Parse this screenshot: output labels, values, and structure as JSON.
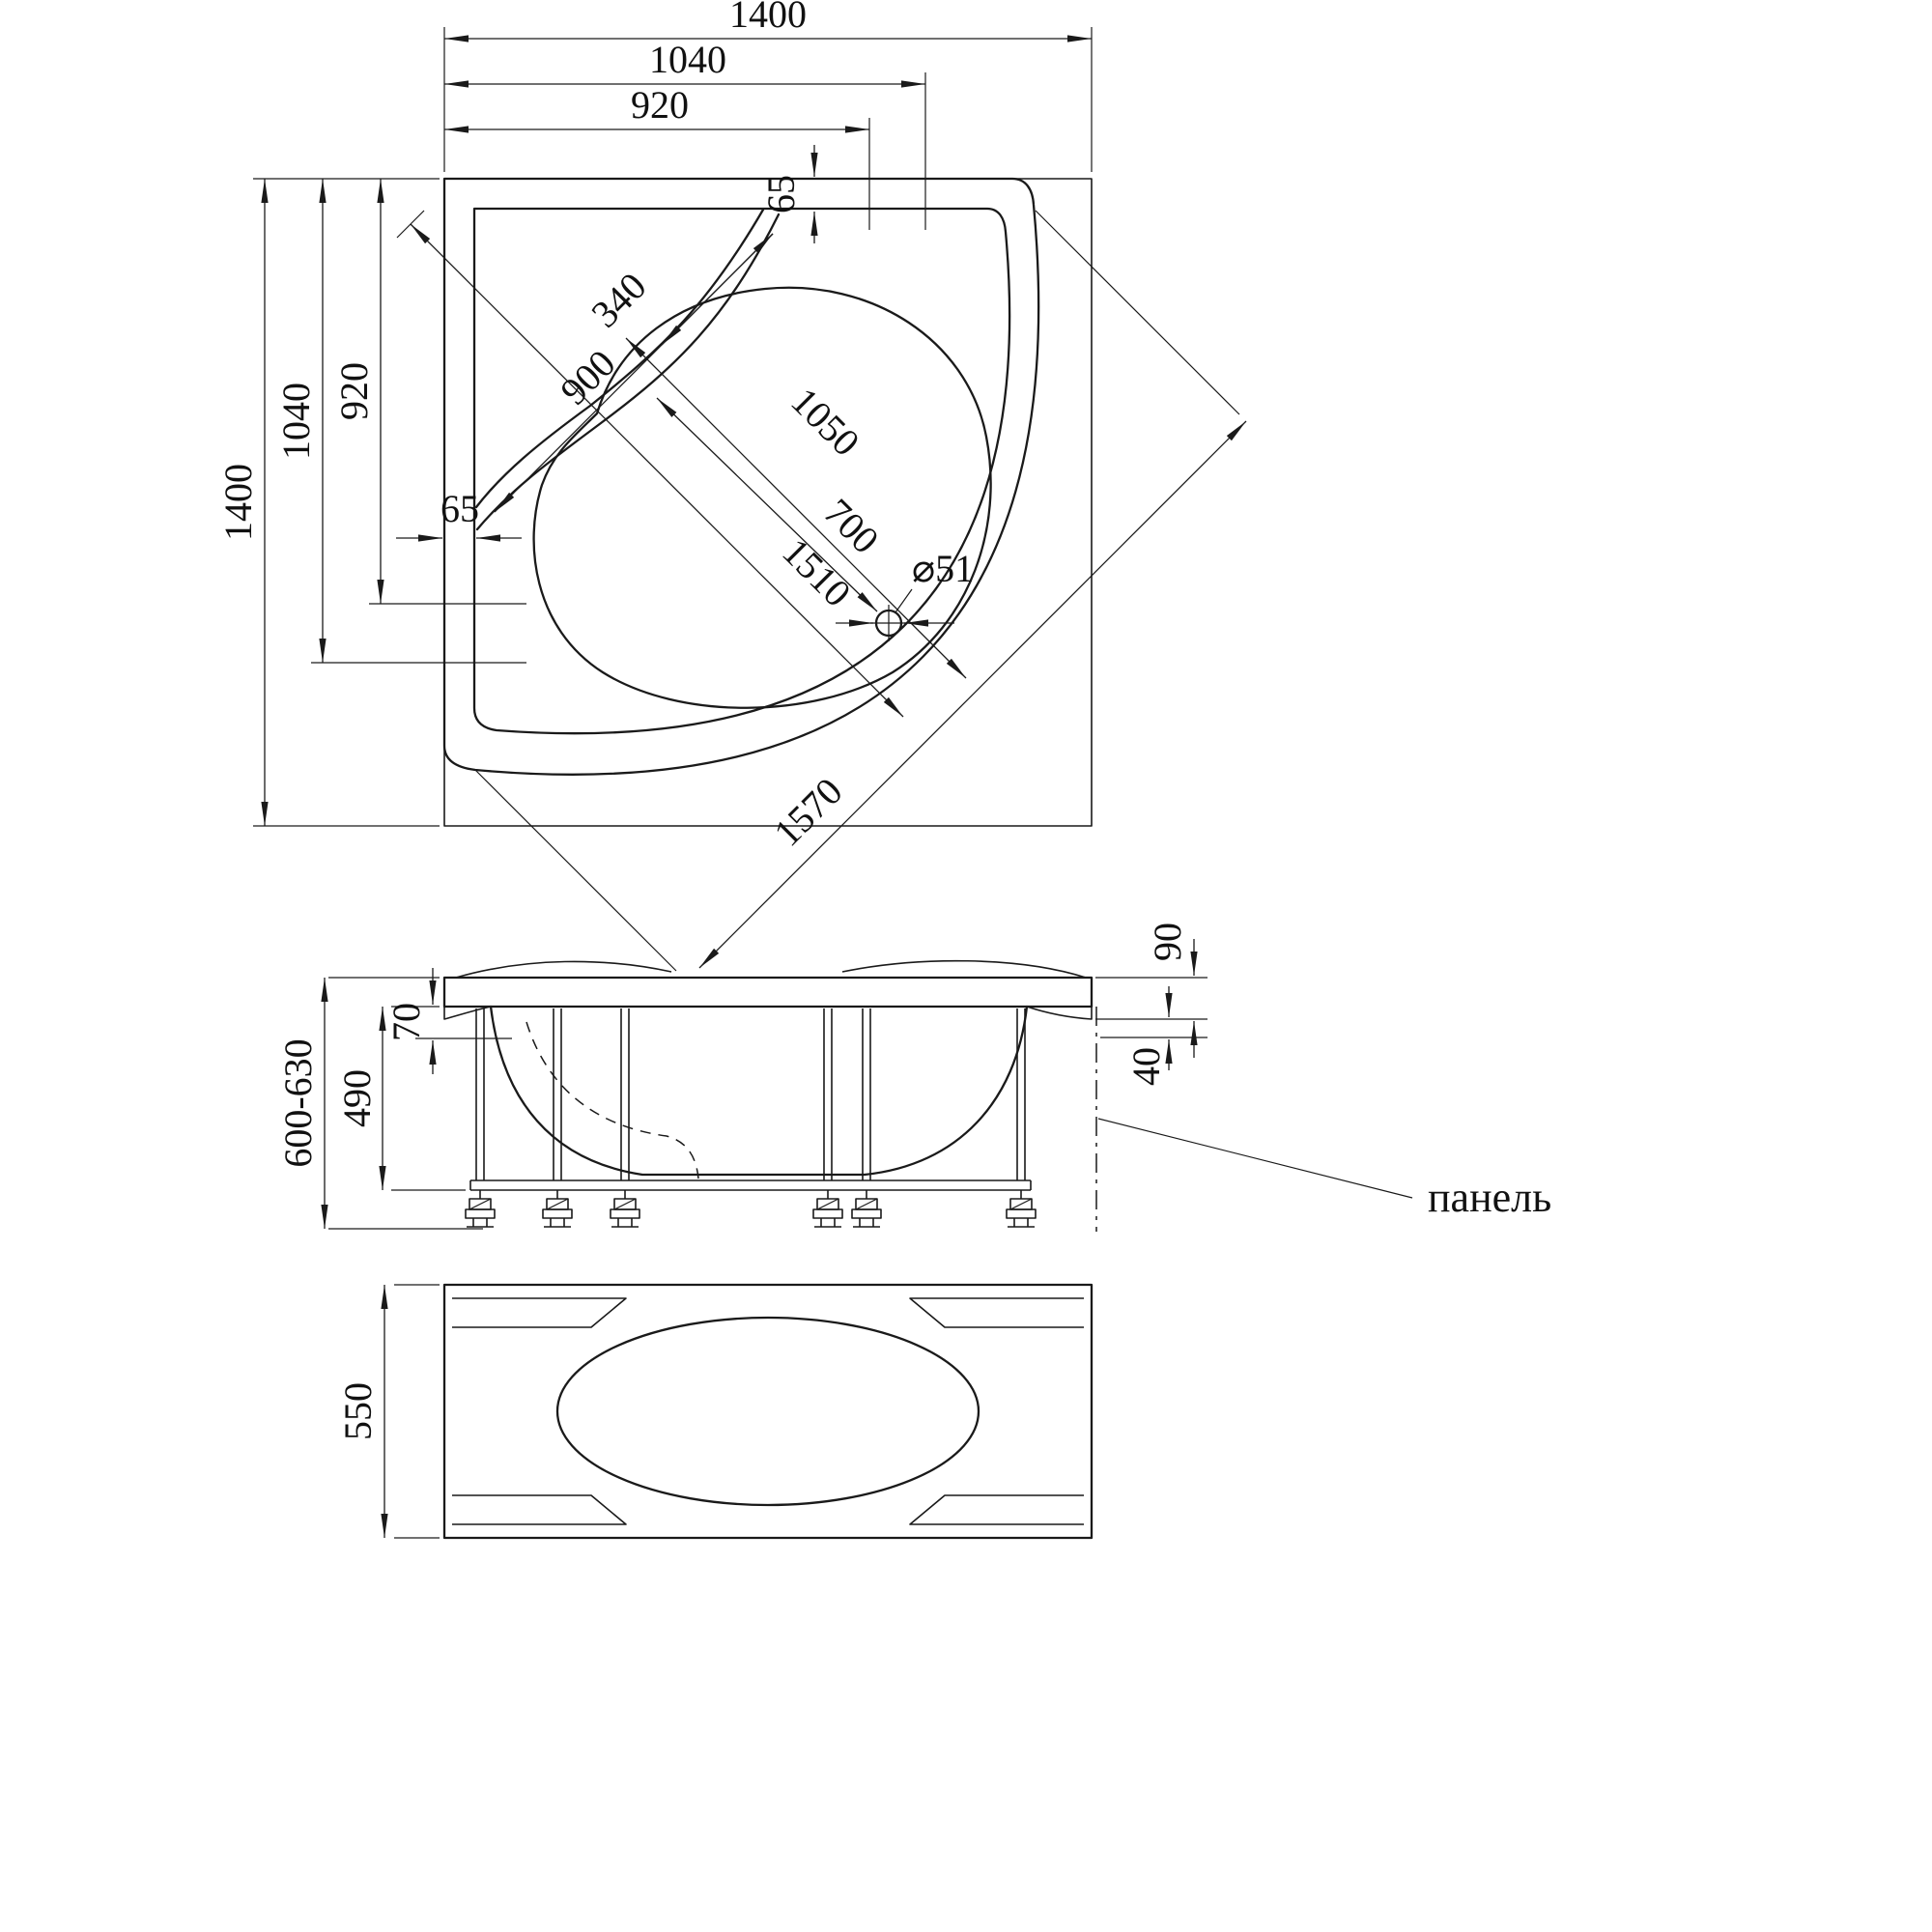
{
  "drawing": {
    "ink_color": "#1a1a1a",
    "top_view": {
      "h_1400": "1400",
      "h_1040": "1040",
      "h_920": "920",
      "v_offset_65": "65",
      "v_1400": "1400",
      "v_1040": "1040",
      "v_920": "920",
      "h_offset_65": "65",
      "seat_340": "340",
      "seat_900": "900",
      "bowl_1050": "1050",
      "drain_700": "700",
      "internal_1510": "1510",
      "front_1570": "1570",
      "drain_diameter": "⌀51"
    },
    "front_view": {
      "rim_90": "90",
      "rim_70": "70",
      "gap_40": "40",
      "body_490": "490",
      "height_range": "600-630",
      "panel_label": "панель"
    },
    "panel_view": {
      "height_550": "550"
    }
  }
}
